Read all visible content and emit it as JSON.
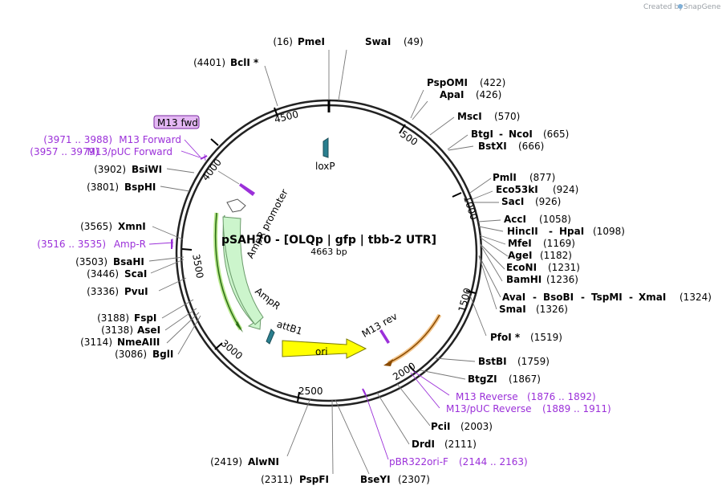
{
  "credit": {
    "prefix": "Created by",
    "brand": "SnapGene"
  },
  "plasmid": {
    "name": "pSAH70 - [OLQp | gfp | tbb-2 UTR]",
    "length_label": "4663 bp"
  },
  "ticks": [
    "500",
    "1000",
    "1500",
    "2000",
    "2500",
    "3000",
    "3500",
    "4000",
    "4500"
  ],
  "features": {
    "loxp": "loxP",
    "ampr_promoter": "AmpR promoter",
    "ampr": "AmpR",
    "attb1": "attB1",
    "ori": "ori",
    "m13rev": "M13 rev",
    "m13fwd": "M13 fwd"
  },
  "sites": [
    {
      "name": "PmeI",
      "pos": "(16)"
    },
    {
      "name": "SwaI",
      "pos": "(49)"
    },
    {
      "name": "BclI *",
      "pos": "(4401)"
    },
    {
      "name": "PspOMI",
      "pos": "(422)"
    },
    {
      "name": "ApaI",
      "pos": "(426)"
    },
    {
      "name": "MscI",
      "pos": "(570)"
    },
    {
      "name": "BtgI",
      "pos": ""
    },
    {
      "name": "NcoI",
      "pos": "(665)"
    },
    {
      "name": "BstXI",
      "pos": "(666)"
    },
    {
      "name": "PmlI",
      "pos": "(877)"
    },
    {
      "name": "Eco53kI",
      "pos": "(924)"
    },
    {
      "name": "SacI",
      "pos": "(926)"
    },
    {
      "name": "AccI",
      "pos": "(1058)"
    },
    {
      "name": "HincII",
      "pos": ""
    },
    {
      "name": "HpaI",
      "pos": "(1098)"
    },
    {
      "name": "MfeI",
      "pos": "(1169)"
    },
    {
      "name": "AgeI",
      "pos": "(1182)"
    },
    {
      "name": "EcoNI",
      "pos": "(1231)"
    },
    {
      "name": "BamHI",
      "pos": "(1236)"
    },
    {
      "name": "AvaI",
      "pos": ""
    },
    {
      "name": "BsoBI",
      "pos": ""
    },
    {
      "name": "TspMI",
      "pos": ""
    },
    {
      "name": "XmaI",
      "pos": "(1324)"
    },
    {
      "name": "SmaI",
      "pos": "(1326)"
    },
    {
      "name": "PfoI *",
      "pos": "(1519)"
    },
    {
      "name": "BstBI",
      "pos": "(1759)"
    },
    {
      "name": "BtgZI",
      "pos": "(1867)"
    },
    {
      "name": "PciI",
      "pos": "(2003)"
    },
    {
      "name": "DrdI",
      "pos": "(2111)"
    },
    {
      "name": "BseYI",
      "pos": "(2307)"
    },
    {
      "name": "PspFI",
      "pos": "(2311)"
    },
    {
      "name": "AlwNI",
      "pos": "(2419)"
    },
    {
      "name": "BglI",
      "pos": "(3086)"
    },
    {
      "name": "NmeAIII",
      "pos": "(3114)"
    },
    {
      "name": "AseI",
      "pos": "(3138)"
    },
    {
      "name": "FspI",
      "pos": "(3188)"
    },
    {
      "name": "PvuI",
      "pos": "(3336)"
    },
    {
      "name": "ScaI",
      "pos": "(3446)"
    },
    {
      "name": "BsaHI",
      "pos": "(3503)"
    },
    {
      "name": "XmnI",
      "pos": "(3565)"
    },
    {
      "name": "BspHI",
      "pos": "(3801)"
    },
    {
      "name": "BsiWI",
      "pos": "(3902)"
    }
  ],
  "primers": [
    {
      "name": "M13 Forward",
      "pos": "(3971 .. 3988)"
    },
    {
      "name": "M13/pUC Forward",
      "pos": "(3957 .. 3979)"
    },
    {
      "name": "Amp-R",
      "pos": "(3516 .. 3535)"
    },
    {
      "name": "M13 Reverse",
      "pos": "(1876 .. 1892)"
    },
    {
      "name": "M13/pUC Reverse",
      "pos": "(1889 .. 1911)"
    },
    {
      "name": "pBR322ori-F",
      "pos": "(2144 .. 2163)"
    }
  ],
  "colors": {
    "backbone": "#222222",
    "primer": "#9b30d9",
    "ampr_fill": "#ccf5cc",
    "ori_fill": "#ffff00",
    "loxp_fill": "#2a7f8f",
    "m13fwd_bg": "#e4b8f4"
  }
}
